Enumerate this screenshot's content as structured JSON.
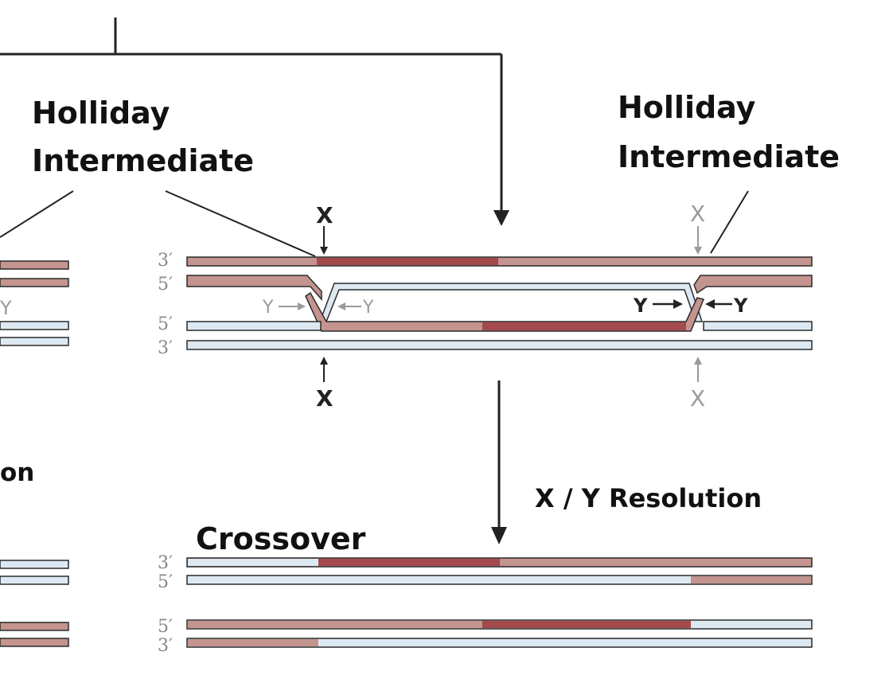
{
  "labels": {
    "holliday_left_line1": "Holliday",
    "holliday_left_line2": "Intermediate",
    "holliday_right_line1": "Holliday",
    "holliday_right_line2": "Intermediate",
    "partial_left": "on",
    "resolution": "X / Y Resolution",
    "crossover": "Crossover"
  },
  "cut_marks": {
    "x": "X",
    "y": "Y"
  },
  "strand_ends": {
    "three_prime": "3′",
    "five_prime": "5′"
  },
  "colors": {
    "strand_light_red": "#c4948f",
    "strand_dark_red": "#a54a4c",
    "strand_blue": "#dde9f2",
    "strand_outline": "#2a2a2a",
    "faint_mark": "#9a9a9a"
  }
}
